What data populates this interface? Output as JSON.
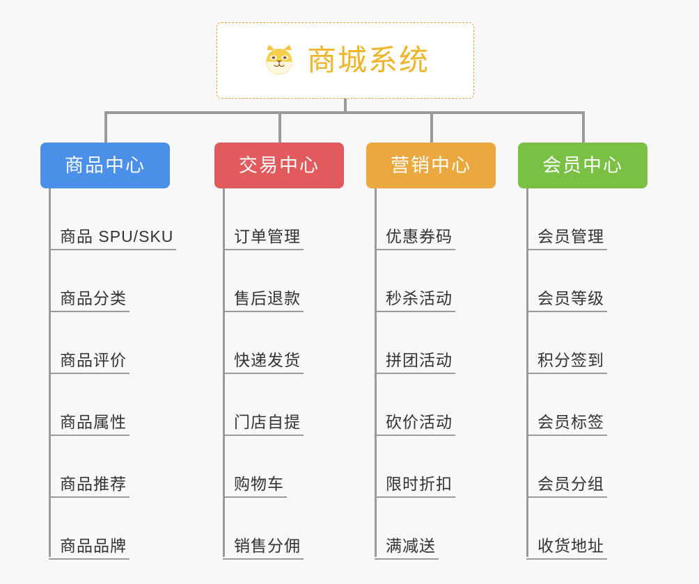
{
  "diagram": {
    "type": "mindmap-org-chart",
    "background_color": "#f8f8f8",
    "connector_color": "#9a9a9a",
    "root": {
      "title": "商城系统",
      "icon": "shiba-dog-face-emoji",
      "text_color": "#f0b429",
      "border_color": "#e3a33c",
      "border_style": "dashed",
      "background_color": "#ffffff"
    },
    "categories": [
      {
        "label": "商品中心",
        "color": "#4a90e8",
        "items": [
          "商品 SPU/SKU",
          "商品分类",
          "商品评价",
          "商品属性",
          "商品推荐",
          "商品品牌"
        ]
      },
      {
        "label": "交易中心",
        "color": "#e15a5c",
        "items": [
          "订单管理",
          "售后退款",
          "快递发货",
          "门店自提",
          "购物车",
          "销售分佣"
        ]
      },
      {
        "label": "营销中心",
        "color": "#eaa83f",
        "items": [
          "优惠券码",
          "秒杀活动",
          "拼团活动",
          "砍价活动",
          "限时折扣",
          "满减送"
        ]
      },
      {
        "label": "会员中心",
        "color": "#79c044",
        "items": [
          "会员管理",
          "会员等级",
          "积分签到",
          "会员标签",
          "会员分组",
          "收货地址"
        ]
      }
    ]
  }
}
